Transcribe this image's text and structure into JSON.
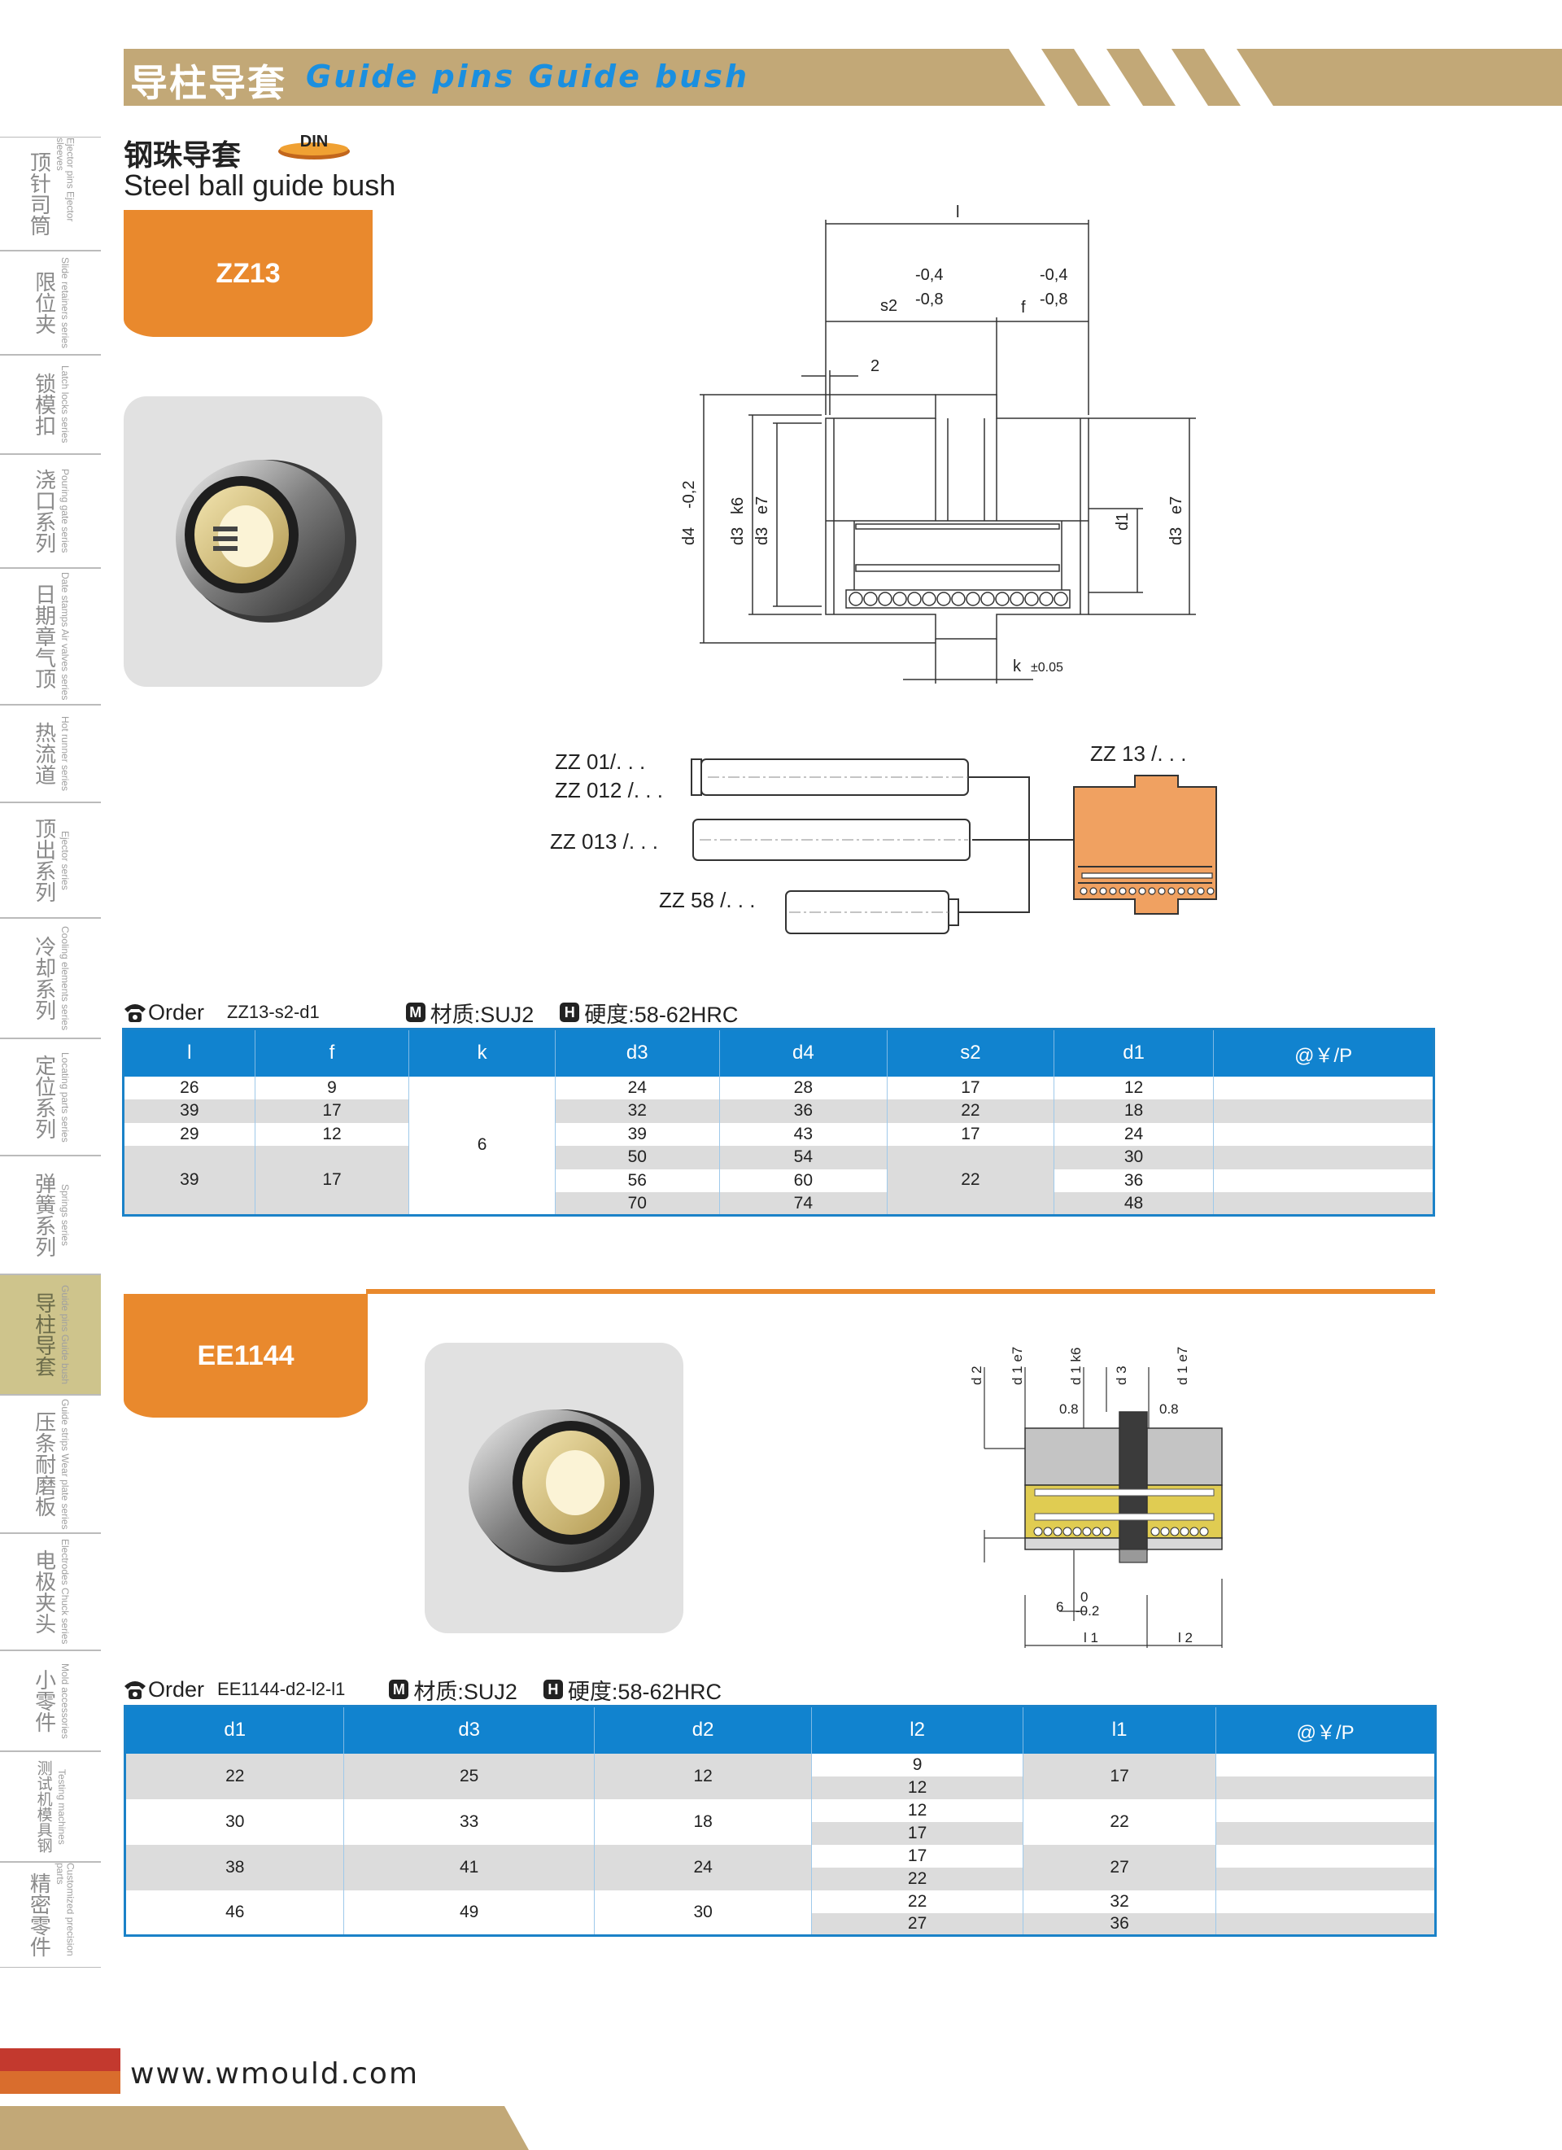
{
  "header": {
    "title_cn": "导柱导套",
    "title_en": "Guide pins Guide bush"
  },
  "sidenav": [
    {
      "cn": "顶针司筒",
      "en": "Ejector pins Ejector sleeves"
    },
    {
      "cn": "限位夹",
      "en": "Slide retainers series"
    },
    {
      "cn": "锁模扣",
      "en": "Latch locks series"
    },
    {
      "cn": "浇口系列",
      "en": "Pouring gate series"
    },
    {
      "cn": "日期章气顶",
      "en": "Date stamps Air valves series"
    },
    {
      "cn": "热流道",
      "en": "Hot runner series"
    },
    {
      "cn": "顶出系列",
      "en": "Ejector series"
    },
    {
      "cn": "冷却系列",
      "en": "Cooling elements series"
    },
    {
      "cn": "定位系列",
      "en": "Locating parts series"
    },
    {
      "cn": "弹簧系列",
      "en": "Springs series"
    },
    {
      "cn": "导柱导套",
      "en": "Guide pins Guide bush"
    },
    {
      "cn": "压条耐磨板",
      "en": "Guide strips Wear plate series"
    },
    {
      "cn": "电极夹头",
      "en": "Electrodes Chuck series"
    },
    {
      "cn": "小零件",
      "en": "Mold accessories"
    },
    {
      "cn": "测试机模具钢",
      "en": "Testing machines"
    },
    {
      "cn": "精密零件",
      "en": "Customized precision parts"
    }
  ],
  "section": {
    "title_cn": "钢珠导套",
    "badge": "DIN",
    "title_en": "Steel ball guide bush"
  },
  "product1": {
    "code": "ZZ13",
    "drawing": {
      "l": "l",
      "s2": "s2",
      "f": "f",
      "tol_a1": "-0,4",
      "tol_a2": "-0,8",
      "tol_b1": "-0,4",
      "tol_b2": "-0,8",
      "dim_2": "2",
      "d4": "d4",
      "d4_tol": "-0,2",
      "d3k6": "d3",
      "k6": "k6",
      "d3e7": "d3",
      "e7": "e7",
      "d1": "d1",
      "d3r": "d3",
      "e7r": "e7",
      "k": "k",
      "k_tol": "±0.05"
    },
    "assembly": {
      "pin1a": "ZZ 01/. . .",
      "pin1b": "ZZ 012 /. . .",
      "pin2": "ZZ 013 /. . .",
      "pin3": "ZZ 58 /. . .",
      "bush": "ZZ 13 /. . ."
    },
    "order": {
      "label": "Order",
      "code": "ZZ13-s2-d1",
      "material": "材质:SUJ2",
      "hardness": "硬度:58-62HRC",
      "m_icon": "M",
      "h_icon": "H"
    },
    "table": {
      "headers": [
        "l",
        "f",
        "k",
        "d3",
        "d4",
        "s2",
        "d1",
        "@￥/P"
      ],
      "l": [
        "26",
        "39",
        "29",
        "39"
      ],
      "f": [
        "9",
        "17",
        "12",
        "17"
      ],
      "k": "6",
      "d3": [
        "24",
        "32",
        "39",
        "50",
        "56",
        "70"
      ],
      "d4": [
        "28",
        "36",
        "43",
        "54",
        "60",
        "74"
      ],
      "s2": [
        "17",
        "22",
        "17",
        "22"
      ],
      "d1": [
        "12",
        "18",
        "24",
        "30",
        "36",
        "48"
      ]
    }
  },
  "product2": {
    "code": "EE1144",
    "drawing": {
      "d2": "d 2",
      "d1e7a": "d 1 e7",
      "d1k6": "d 1 k6",
      "d3": "d 3",
      "d1e7b": "d 1 e7",
      "r1": "0.8",
      "r2": "0.8",
      "six": "6",
      "zero": "0",
      "neg": "-0.2",
      "l1": "l 1",
      "l2": "l 2"
    },
    "order": {
      "label": "Order",
      "code": "EE1144-d2-l2-l1",
      "material": "材质:SUJ2",
      "hardness": "硬度:58-62HRC",
      "m_icon": "M",
      "h_icon": "H"
    },
    "table": {
      "headers": [
        "d1",
        "d3",
        "d2",
        "l2",
        "l1",
        "@￥/P"
      ],
      "d1": [
        "22",
        "30",
        "38",
        "46"
      ],
      "d3": [
        "25",
        "33",
        "41",
        "49"
      ],
      "d2": [
        "12",
        "18",
        "24",
        "30"
      ],
      "l2": [
        "9",
        "12",
        "12",
        "17",
        "17",
        "22",
        "22",
        "27"
      ],
      "l1": [
        "17",
        "22",
        "27",
        "32",
        "36"
      ]
    }
  },
  "footer": {
    "url": "www.wmould.com"
  },
  "colors": {
    "gold": "#c2a877",
    "orange": "#e9892d",
    "blue": "#1183cf",
    "accent_blue_text": "#1a8fe0"
  }
}
